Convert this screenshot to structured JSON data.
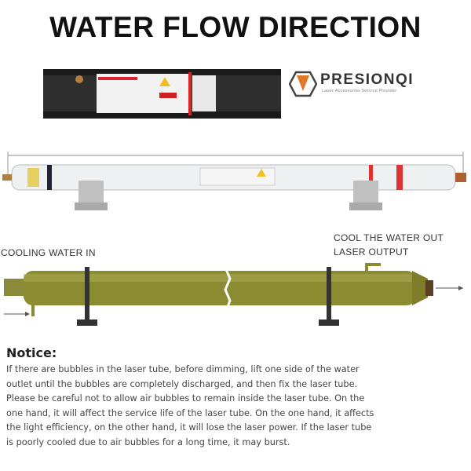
{
  "title": "WATER FLOW DIRECTION",
  "brand": {
    "name": "PRESIONQI",
    "tagline": "Laser Accessories Service Provider",
    "accent": "#e07a2a"
  },
  "labels": {
    "water_in": "COOLING WATER IN",
    "water_out": "COOL THE WATER OUT",
    "laser_output": "LASER OUTPUT"
  },
  "notice": {
    "heading": "Notice:",
    "lines": [
      "If there are bubbles in the laser tube, before dimming, lift one side of the water",
      "outlet until the bubbles are completely discharged, and then fix the laser tube.",
      "Please be careful not to allow air bubbles to remain inside the laser tube. On the",
      "one hand, it will affect the service life of the laser tube. On the one hand, it affects",
      "the light efficiency, on the other hand, it will lose the laser power. If the laser tube",
      "is poorly cooled due to air bubbles for a long time, it may burst."
    ]
  }
}
